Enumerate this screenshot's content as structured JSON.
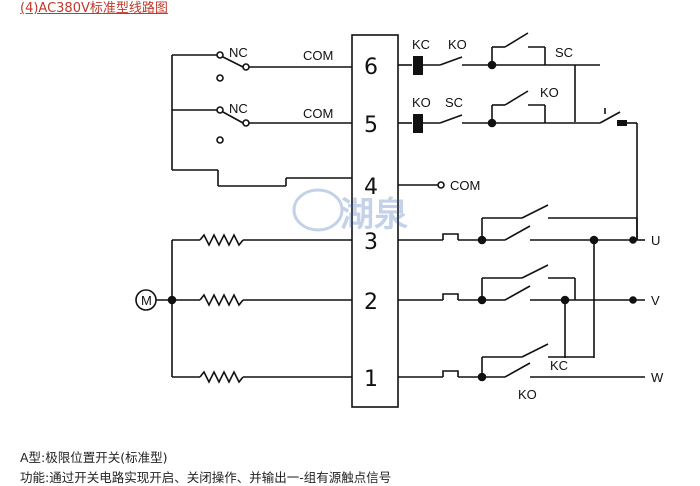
{
  "title": "(4)AC380V标准型线路图",
  "terminal_numbers": [
    "6",
    "5",
    "4",
    "3",
    "2",
    "1"
  ],
  "labels": {
    "nc_top": "NC",
    "nc_bottom": "NC",
    "com_6": "COM",
    "com_5": "COM",
    "com_4": "COM",
    "kc_top": "KC",
    "ko_top": "KO",
    "sc_top": "SC",
    "ko_5": "KO",
    "sc_5": "SC",
    "ko_5_right": "KO",
    "phase_u": "U",
    "phase_v": "V",
    "phase_w": "W",
    "kc_bottom": "KC",
    "ko_bottom": "KO",
    "motor": "M"
  },
  "watermark": "湖泉",
  "description": {
    "line1": "A型:极限位置开关(标准型)",
    "line2": "功能:通过开关电路实现开启、关闭操作、并输出一-组有源触点信号"
  }
}
